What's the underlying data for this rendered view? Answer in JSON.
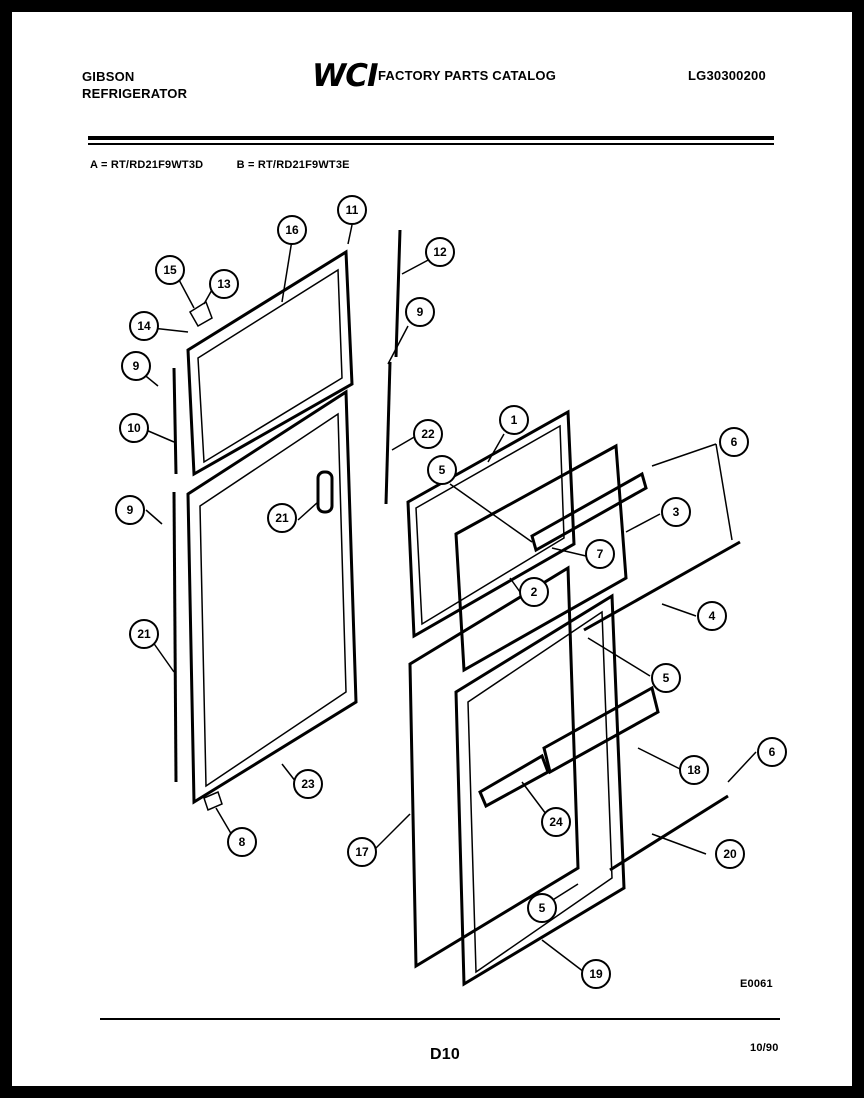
{
  "header": {
    "brand_line1": "GIBSON",
    "brand_line2": "REFRIGERATOR",
    "logo_text": "WCI",
    "catalog_title": "FACTORY PARTS CATALOG",
    "catalog_code": "LG30300200"
  },
  "models": {
    "a": "A = RT/RD21F9WT3D",
    "b": "B = RT/RD21F9WT3E"
  },
  "callouts": [
    {
      "id": "c11",
      "label": "11"
    },
    {
      "id": "c16",
      "label": "16"
    },
    {
      "id": "c12",
      "label": "12"
    },
    {
      "id": "c15",
      "label": "15"
    },
    {
      "id": "c13",
      "label": "13"
    },
    {
      "id": "c14",
      "label": "14"
    },
    {
      "id": "c9a",
      "label": "9"
    },
    {
      "id": "c9b",
      "label": "9"
    },
    {
      "id": "c10",
      "label": "10"
    },
    {
      "id": "c22",
      "label": "22"
    },
    {
      "id": "c1",
      "label": "1"
    },
    {
      "id": "c6a",
      "label": "6"
    },
    {
      "id": "c5a",
      "label": "5"
    },
    {
      "id": "c3",
      "label": "3"
    },
    {
      "id": "c9c",
      "label": "9"
    },
    {
      "id": "c21a",
      "label": "21"
    },
    {
      "id": "c7",
      "label": "7"
    },
    {
      "id": "c2",
      "label": "2"
    },
    {
      "id": "c4",
      "label": "4"
    },
    {
      "id": "c21b",
      "label": "21"
    },
    {
      "id": "c5b",
      "label": "5"
    },
    {
      "id": "c6b",
      "label": "6"
    },
    {
      "id": "c18",
      "label": "18"
    },
    {
      "id": "c23",
      "label": "23"
    },
    {
      "id": "c24",
      "label": "24"
    },
    {
      "id": "c20",
      "label": "20"
    },
    {
      "id": "c8",
      "label": "8"
    },
    {
      "id": "c17",
      "label": "17"
    },
    {
      "id": "c5c",
      "label": "5"
    },
    {
      "id": "c19",
      "label": "19"
    }
  ],
  "footer": {
    "diagram_code": "E0061",
    "page_number": "D10",
    "date_code": "10/90"
  }
}
